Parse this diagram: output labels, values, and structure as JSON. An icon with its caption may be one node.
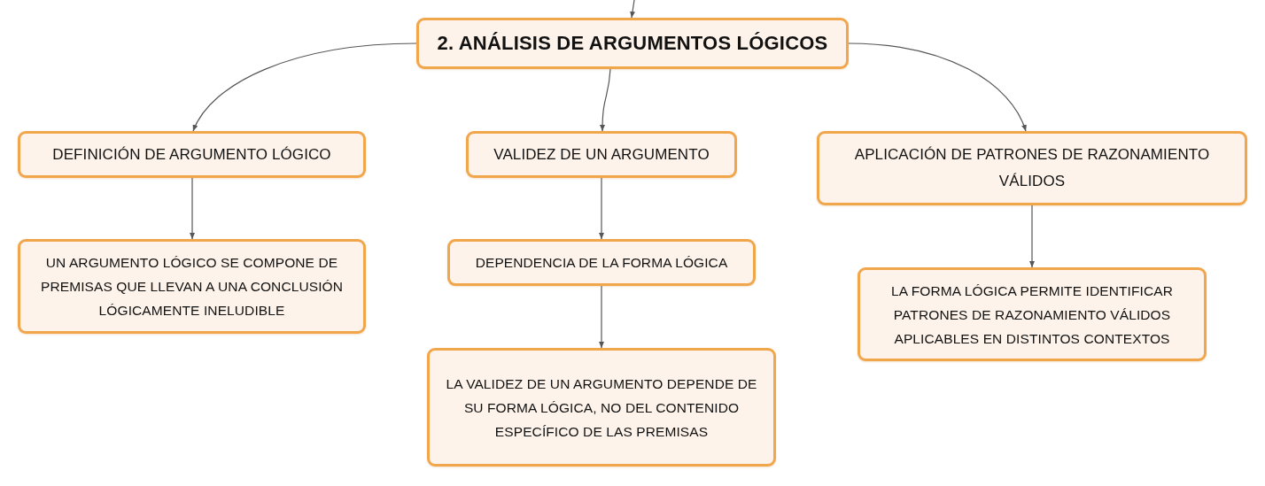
{
  "diagram": {
    "nodes": [
      {
        "text": [
          "2. ANÁLISIS DE ARGUMENTOS LÓGICOS"
        ]
      },
      {
        "text": [
          "DEFINICIÓN DE ARGUMENTO LÓGICO"
        ]
      },
      {
        "text": [
          "UN ARGUMENTO LÓGICO SE COMPONE DE PREMISAS QUE LLEVAN A UNA CONCLUSIÓN LÓGICAMENTE INELUDIBLE"
        ]
      },
      {
        "text": [
          "VALIDEZ DE UN ARGUMENTO"
        ]
      },
      {
        "text": [
          "DEPENDENCIA DE LA FORMA LÓGICA"
        ]
      },
      {
        "text": [
          "LA VALIDEZ DE UN ARGUMENTO DEPENDE DE SU FORMA LÓGICA, NO DEL CONTENIDO ESPECÍFICO DE LAS PREMISAS"
        ]
      },
      {
        "text": [
          "APLICACIÓN DE PATRONES DE RAZONAMIENTO VÁLIDOS"
        ]
      },
      {
        "text": [
          "LA FORMA LÓGICA PERMITE IDENTIFICAR PATRONES DE RAZONAMIENTO VÁLIDOS APLICABLES EN DISTINTOS CONTEXTOS"
        ]
      }
    ],
    "edges": [
      {
        "from": null,
        "to": 0,
        "arrow": "to"
      },
      {
        "from": 0,
        "to": 1,
        "arrow": "to"
      },
      {
        "from": 0,
        "to": 3,
        "arrow": "to"
      },
      {
        "from": 0,
        "to": 6,
        "arrow": "to"
      },
      {
        "from": 1,
        "to": 2,
        "arrow": "to"
      },
      {
        "from": 3,
        "to": 4,
        "arrow": "to"
      },
      {
        "from": 4,
        "to": 5,
        "arrow": "to"
      },
      {
        "from": 6,
        "to": 7,
        "arrow": "to"
      }
    ]
  }
}
